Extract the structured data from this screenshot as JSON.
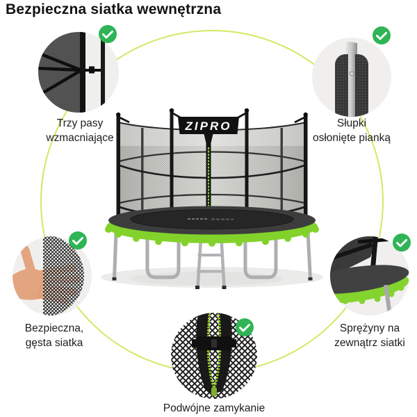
{
  "title": "Bezpieczna siatka wewnętrzna",
  "brand": {
    "logo_text": "ZIPRO"
  },
  "colors": {
    "check_green": "#2fb456",
    "connector_circle": "#d7e663",
    "pad_green": "#82d22b",
    "zipper_green": "#9cd32a",
    "photo_background": "#f0efed"
  },
  "features": [
    {
      "id": "reinforcing-straps",
      "icon": "net-straps-photo",
      "badge_icon": "check-icon",
      "lines": [
        "Trzy pasy",
        "wzmacniające"
      ]
    },
    {
      "id": "foam-posts",
      "icon": "foam-padded-post-photo",
      "badge_icon": "check-icon",
      "lines": [
        "Słupki",
        "osłonięte pianką"
      ]
    },
    {
      "id": "dense-net",
      "icon": "hand-on-net-photo",
      "badge_icon": "check-icon",
      "lines": [
        "Bezpieczna,",
        "gęsta siatka"
      ]
    },
    {
      "id": "springs-outside",
      "icon": "springs-outside-net-photo",
      "badge_icon": "check-icon",
      "lines": [
        "Sprężyny na",
        "zewnątrz siatki"
      ]
    },
    {
      "id": "double-zipper",
      "icon": "double-zipper-photo",
      "badge_icon": "check-icon",
      "lines": [
        "Podwójne zamykanie"
      ]
    }
  ]
}
